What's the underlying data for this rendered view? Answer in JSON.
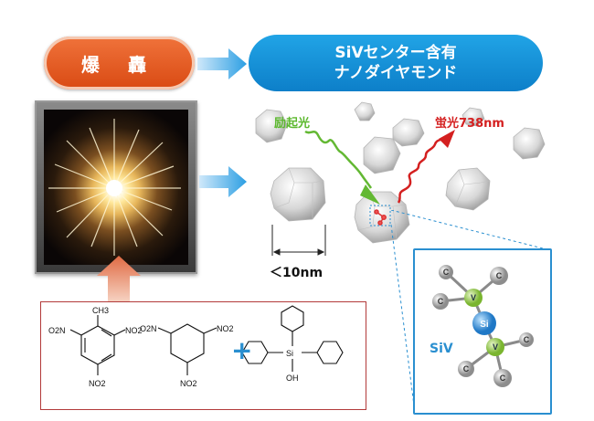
{
  "banners": {
    "blast": "爆 轟",
    "nanodiamond_line1": "SiVセンター含有",
    "nanodiamond_line2": "ナノダイヤモンド"
  },
  "labels": {
    "excitation": "励起光",
    "fluorescence": "蛍光738nm",
    "size": "＜10nm",
    "siv": "SiV"
  },
  "chemicals": {
    "tnt_substituents": [
      "CH3",
      "O2N",
      "NO2",
      "NO2"
    ],
    "rdx_substituents": [
      "O2N",
      "NO2",
      "NO2"
    ],
    "plus": "+",
    "silanol_atoms": [
      "Si",
      "OH"
    ]
  },
  "siv_model": {
    "atoms": {
      "vacancy": "V",
      "silicon": "Si",
      "carbon": "C"
    }
  },
  "colors": {
    "blast_orange": "#e5561c",
    "banner_blue": "#1590d8",
    "excitation_green": "#5cb82e",
    "fluorescence_red": "#d42020",
    "chem_frame": "#b23a3a",
    "vacancy_green": "#8cc63f",
    "silicon_blue": "#2a8fd0"
  }
}
